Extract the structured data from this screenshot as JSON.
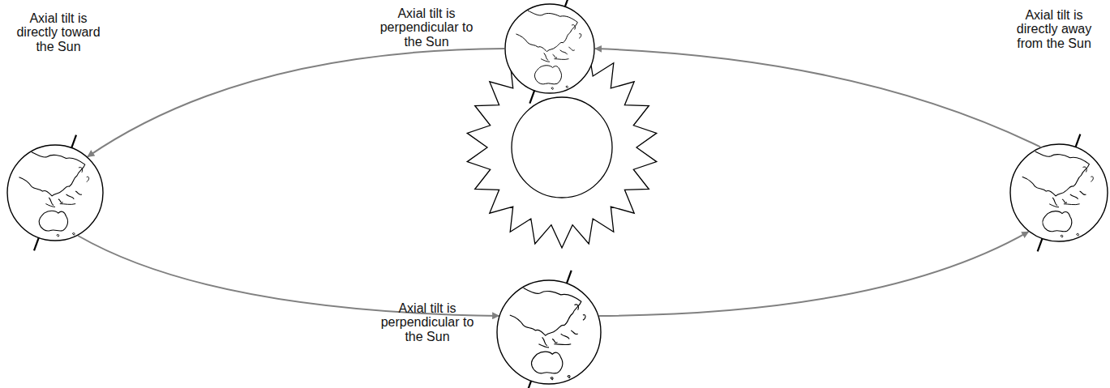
{
  "diagram": {
    "nodes": [
      {
        "text": [
          "Axial tilt is directly toward the Sun"
        ]
      },
      {
        "text": [
          "Axial tilt is perpendicular to the Sun"
        ]
      },
      {
        "text": [
          "Axial tilt is directly away from the Sun"
        ]
      },
      {
        "text": [
          "Axial tilt is perpendicular to the Sun"
        ]
      }
    ],
    "edges": [
      {
        "from": 1,
        "to": 0,
        "arrow": "to"
      },
      {
        "from": 0,
        "to": 3,
        "arrow": "to"
      },
      {
        "from": 3,
        "to": 2,
        "arrow": "to"
      },
      {
        "from": 2,
        "to": 1,
        "arrow": "to"
      }
    ]
  }
}
